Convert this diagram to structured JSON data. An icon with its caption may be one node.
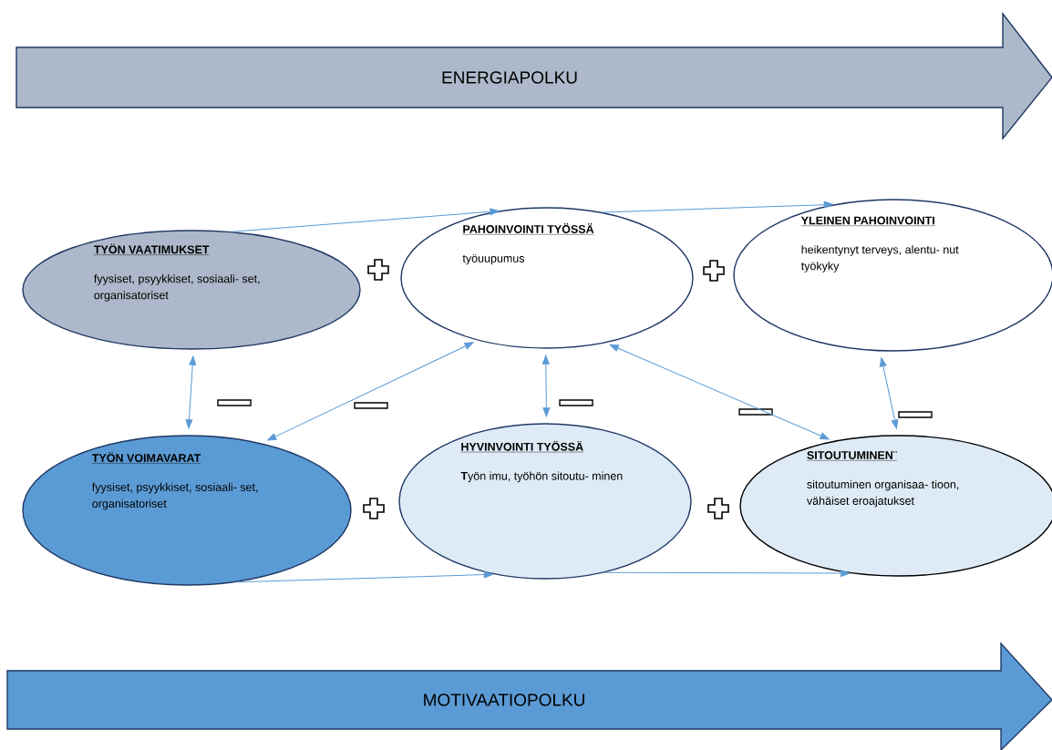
{
  "diagram": {
    "nodes": [
      {
        "text": [
          "ENERGIAPOLKU"
        ]
      },
      {
        "text": [
          "TYÖN VAATIMUKSET",
          "fyysiset, psyykkiset, sosiaali- set, organisatoriset"
        ]
      },
      {
        "text": [
          "PAHOINVOINTI TYÖSSÄ",
          "työuupumus"
        ]
      },
      {
        "text": [
          "YLEINEN PAHOINVOINTI",
          "heikentynyt terveys, alentu- nut työkyky"
        ]
      },
      {
        "text": [
          "TYÖN VOIMAVARAT",
          "fyysiset, psyykkiset, sosiaali- set, organisatoriset"
        ]
      },
      {
        "text": [
          "HYVINVOINTI TYÖSSÄ",
          "**T**yön imu, työhön sitoutu- minen"
        ]
      },
      {
        "text": [
          "SITOUTUMINEN¨",
          "sitoutuminen organisaa- tioon, vähäiset eroajatukset"
        ]
      },
      {
        "text": [
          "MOTIVAATIOPOLKU"
        ]
      }
    ],
    "edges": [
      {
        "from": 1,
        "to": 2,
        "arrow": "to"
      },
      {
        "from": 2,
        "to": 3,
        "arrow": "to"
      },
      {
        "from": 4,
        "to": 5,
        "arrow": "to"
      },
      {
        "from": 5,
        "to": 6,
        "arrow": "to"
      },
      {
        "from": 1,
        "to": 4,
        "arrow": "both"
      },
      {
        "from": 4,
        "to": 2,
        "arrow": "both"
      },
      {
        "from": 2,
        "to": 5,
        "arrow": "both"
      },
      {
        "from": 2,
        "to": 6,
        "arrow": "both"
      },
      {
        "from": 3,
        "to": 6,
        "arrow": "both"
      }
    ]
  }
}
